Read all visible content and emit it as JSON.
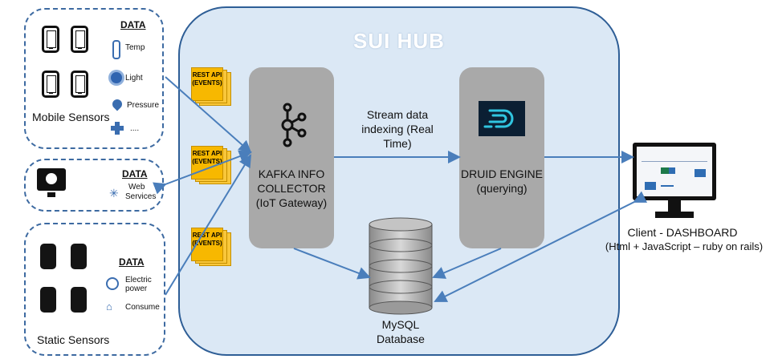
{
  "hub": {
    "title": "SUI HUB"
  },
  "mobile": {
    "data_label": "DATA",
    "items": [
      "Temp",
      "Light",
      "Pressure",
      "...."
    ],
    "label": "Mobile Sensors"
  },
  "web": {
    "data_label": "DATA",
    "item_line1": "Web",
    "item_line2": "Services"
  },
  "static": {
    "data_label": "DATA",
    "item1_line1": "Electric",
    "item1_line2": "power",
    "item2": "Consume",
    "label": "Static Sensors"
  },
  "rest_api": {
    "line1": "REST API",
    "line2": "(EVENTS)"
  },
  "kafka": {
    "line1": "KAFKA INFO",
    "line2": "COLLECTOR",
    "line3": "(IoT Gateway)"
  },
  "stream": {
    "line1": "Stream data",
    "line2": "indexing (Real",
    "line3": "Time)"
  },
  "druid": {
    "line1": "DRUID ENGINE",
    "line2": "(querying)"
  },
  "mysql": {
    "line1": "MySQL",
    "line2": "Database"
  },
  "client": {
    "line1": "Client - DASHBOARD",
    "line2": "(Html + JavaScript – ruby on rails)"
  },
  "colors": {
    "hub_fill": "#dbe8f5",
    "hub_border": "#2e5e96",
    "arrow": "#4a7ebb",
    "rest": "#f7b800",
    "gray_box": "#a9a9a9"
  }
}
